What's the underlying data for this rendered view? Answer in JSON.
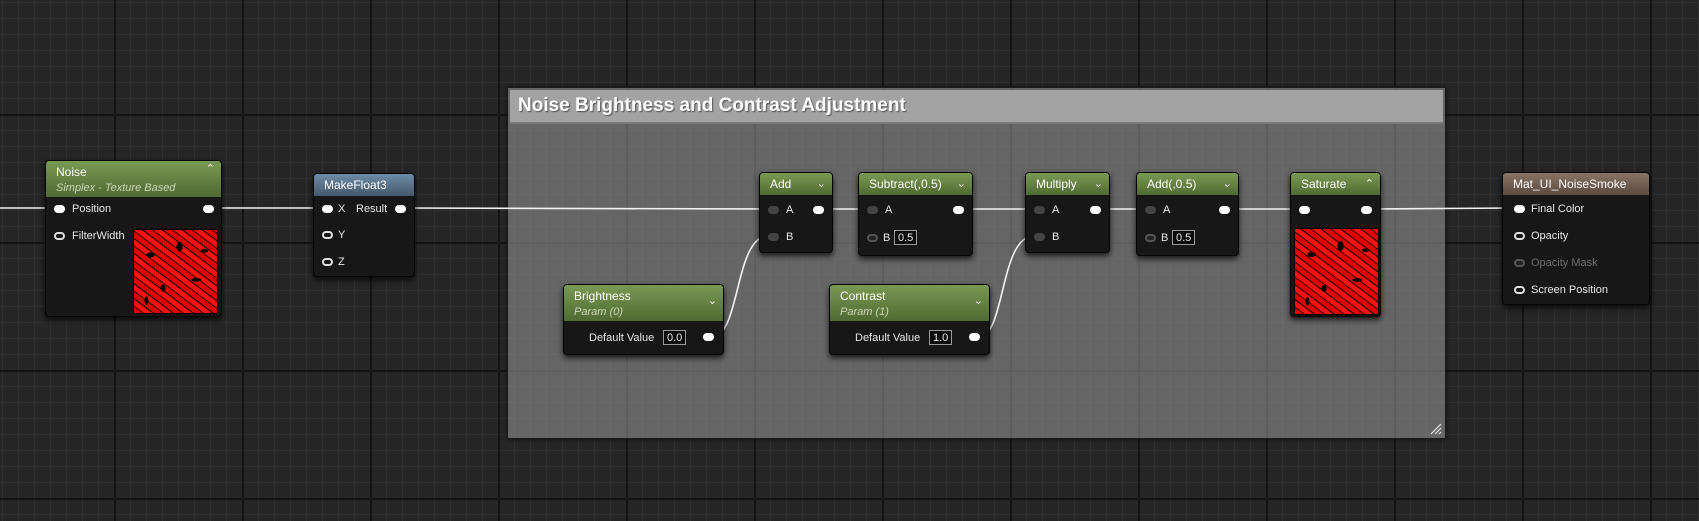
{
  "comment": {
    "title": "Noise Brightness and Contrast Adjustment"
  },
  "nodes": {
    "noise": {
      "title": "Noise",
      "subtitle": "Simplex - Texture Based",
      "pins": [
        "Position",
        "FilterWidth"
      ]
    },
    "makefloat3": {
      "title": "MakeFloat3",
      "pins": [
        "X",
        "Y",
        "Z"
      ],
      "output": "Result"
    },
    "brightness": {
      "title": "Brightness",
      "subtitle": "Param (0)",
      "default_label": "Default Value",
      "default_value": "0.0"
    },
    "contrast": {
      "title": "Contrast",
      "subtitle": "Param (1)",
      "default_label": "Default Value",
      "default_value": "1.0"
    },
    "add": {
      "title": "Add",
      "pins": [
        "A",
        "B"
      ]
    },
    "subtract": {
      "title": "Subtract(,0.5)",
      "pins": [
        "A",
        "B"
      ],
      "b_value": "0.5"
    },
    "multiply": {
      "title": "Multiply",
      "pins": [
        "A",
        "B"
      ]
    },
    "add05": {
      "title": "Add(,0.5)",
      "pins": [
        "A",
        "B"
      ],
      "b_value": "0.5"
    },
    "saturate": {
      "title": "Saturate"
    },
    "material": {
      "title": "Mat_UI_NoiseSmoke",
      "pins": [
        "Final Color",
        "Opacity",
        "Opacity Mask",
        "Screen Position"
      ]
    }
  },
  "colors": {
    "param_header": "#5b7a3c",
    "vector_header": "#506a80",
    "material_header": "#6e5a4c",
    "wire": "#ffffff"
  }
}
